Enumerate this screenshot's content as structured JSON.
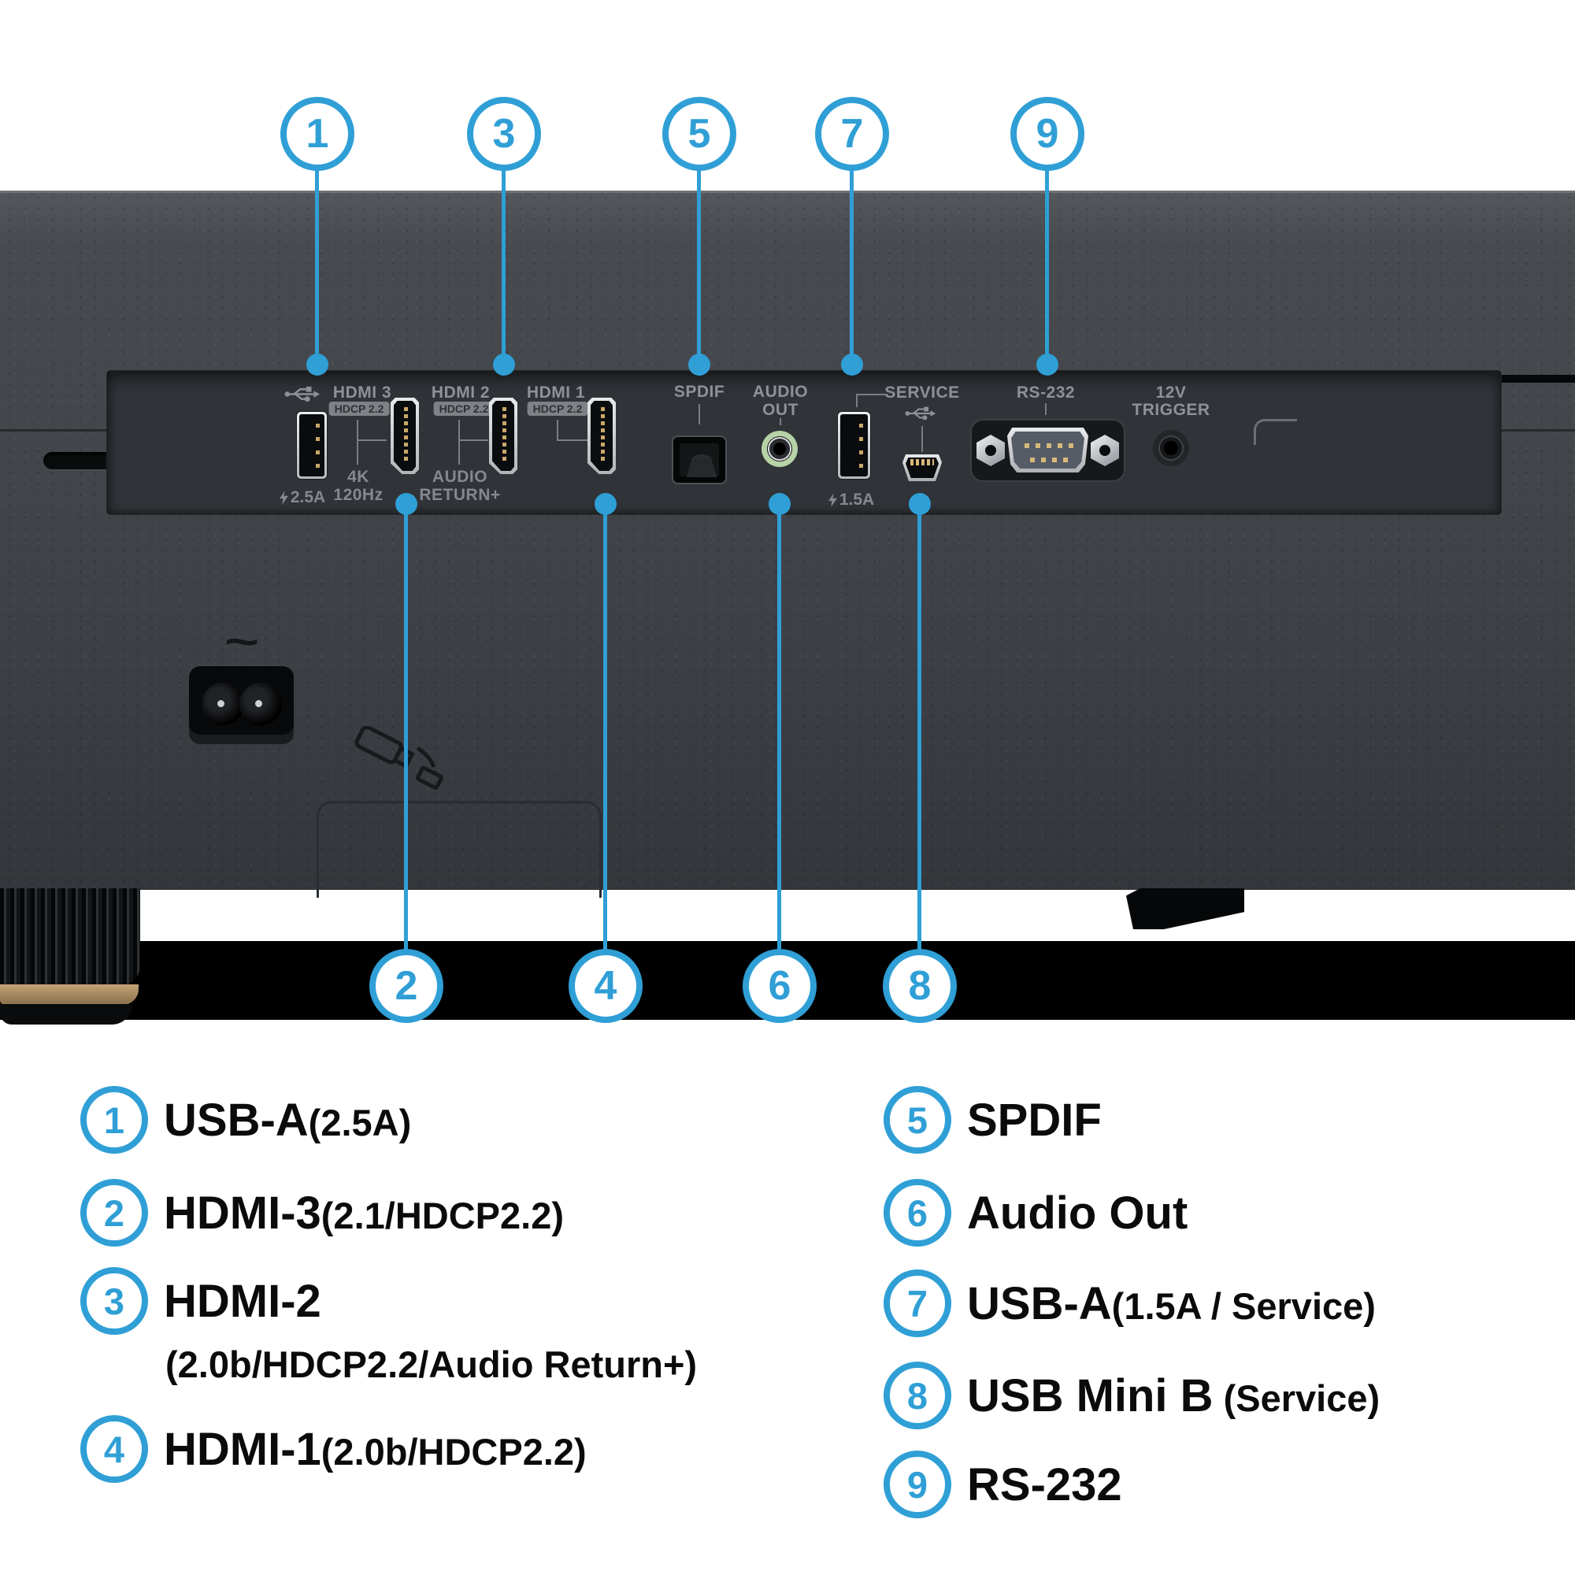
{
  "colors": {
    "accent_blue": "#2f9fd6",
    "case": "#42454a",
    "recess": "#303338",
    "label_gray": "#8e9196",
    "badge_bg": "#7e8186",
    "jack_green": "#b7d2a6",
    "pin_gold": "#c9a86a",
    "bronze": "#a8895f",
    "black_band": "#000000"
  },
  "callouts": [
    "1",
    "2",
    "3",
    "4",
    "5",
    "6",
    "7",
    "8",
    "9"
  ],
  "panel": {
    "ac_symbol": "~",
    "hdmi3": {
      "label": "HDMI 3",
      "badge": "HDCP 2.2",
      "sub1": "4K",
      "sub2": "120Hz"
    },
    "hdmi2": {
      "label": "HDMI 2",
      "badge": "HDCP 2.2",
      "sub1": "AUDIO",
      "sub2": "RETURN+"
    },
    "hdmi1": {
      "label": "HDMI 1",
      "badge": "HDCP 2.2"
    },
    "usb1": {
      "amp": "2.5A"
    },
    "usb2": {
      "amp": "1.5A"
    },
    "spdif": {
      "label": "SPDIF"
    },
    "audio_out": {
      "line1": "AUDIO",
      "line2": "OUT"
    },
    "service": {
      "label": "SERVICE"
    },
    "rs232": {
      "label": "RS-232"
    },
    "trigger": {
      "line1": "12V",
      "line2": "TRIGGER"
    }
  },
  "legend": {
    "left": [
      {
        "num": "1",
        "main": "USB-A",
        "paren": "(2.5A)"
      },
      {
        "num": "2",
        "main": "HDMI-3",
        "paren": "(2.1/HDCP2.2)"
      },
      {
        "num": "3",
        "main": "HDMI-2",
        "paren": "",
        "line2": "(2.0b/HDCP2.2/Audio Return+)"
      },
      {
        "num": "4",
        "main": "HDMI-1",
        "paren": "(2.0b/HDCP2.2)"
      }
    ],
    "right": [
      {
        "num": "5",
        "main": "SPDIF",
        "paren": ""
      },
      {
        "num": "6",
        "main": "Audio Out",
        "paren": ""
      },
      {
        "num": "7",
        "main": "USB-A",
        "paren": "(1.5A / Service)"
      },
      {
        "num": "8",
        "main": "USB Mini B",
        "paren": " (Service)"
      },
      {
        "num": "9",
        "main": "RS-232",
        "paren": ""
      }
    ]
  }
}
